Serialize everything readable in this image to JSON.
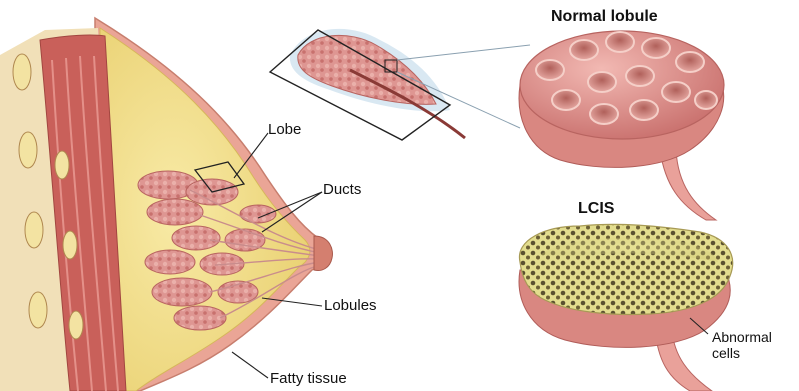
{
  "labels": {
    "normal_lobule": "Normal lobule",
    "lobe": "Lobe",
    "ducts": "Ducts",
    "lcis": "LCIS",
    "lobules": "Lobules",
    "abnormal_cells_line1": "Abnormal",
    "abnormal_cells_line2": "cells",
    "fatty_tissue": "Fatty tissue"
  },
  "colors": {
    "fat": "#f3e08a",
    "skin": "#e8a79a",
    "lobule_tissue": "#d98a86",
    "muscle": "#c9605a",
    "abnormal_cells": "#d8d478",
    "leader_lines": "#222222"
  }
}
